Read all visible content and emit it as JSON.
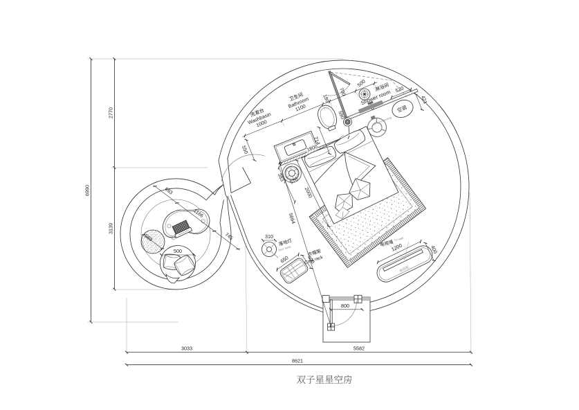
{
  "title": "双子星星空房",
  "colors": {
    "background": "#ffffff",
    "lines": "#3a3a3a",
    "text": "#1d1d1d",
    "muted_text": "#8d8d8d",
    "door_threshold": "#c2c2c2",
    "shower_bench": "#8f8f8f"
  },
  "rooms": {
    "washbasin": {
      "zh": "洗漱台",
      "en": "Washbasin",
      "width": "1000"
    },
    "bathroom": {
      "zh": "卫生间",
      "en": "Bathroom",
      "width": "1100"
    },
    "shower": {
      "zh": "淋浴间",
      "en": "Shower room"
    },
    "ac": {
      "zh": "空调",
      "en": "air-conditioning",
      "width": "520",
      "depth": "421"
    },
    "floor_lamp": {
      "zh": "落地灯",
      "en": "floor lamp",
      "dia": "310"
    },
    "coat_rack": {
      "zh": "衣帽架",
      "en": "Coat rack",
      "len": "650",
      "depth": "400"
    },
    "tv_wall": {
      "zh": "电视墙",
      "en": "TV wall",
      "len": "1200",
      "depth": "400"
    },
    "tv_cabinet": {
      "zh": "电视柜"
    }
  },
  "dims": {
    "total_height": "6990",
    "upper_height": "2770",
    "lower_height": "3139",
    "bottom_left": "3033",
    "bottom_right": "5582",
    "bottom_total": "8621",
    "bed_width": "1800",
    "bed_length": "2000",
    "suite_diag": "5664",
    "nightstand": "383",
    "nightstand_gap": "570",
    "counter_depth": "550",
    "toilet": "714",
    "column": "590",
    "niche": "190",
    "bath_door": "700",
    "bath_door_swing": "500",
    "entry_door": "800",
    "lounge_seg1": "693",
    "lounge_seg2": "1166",
    "lounge_seg3": "745",
    "pouf": "589",
    "pillow_chair": "500"
  }
}
